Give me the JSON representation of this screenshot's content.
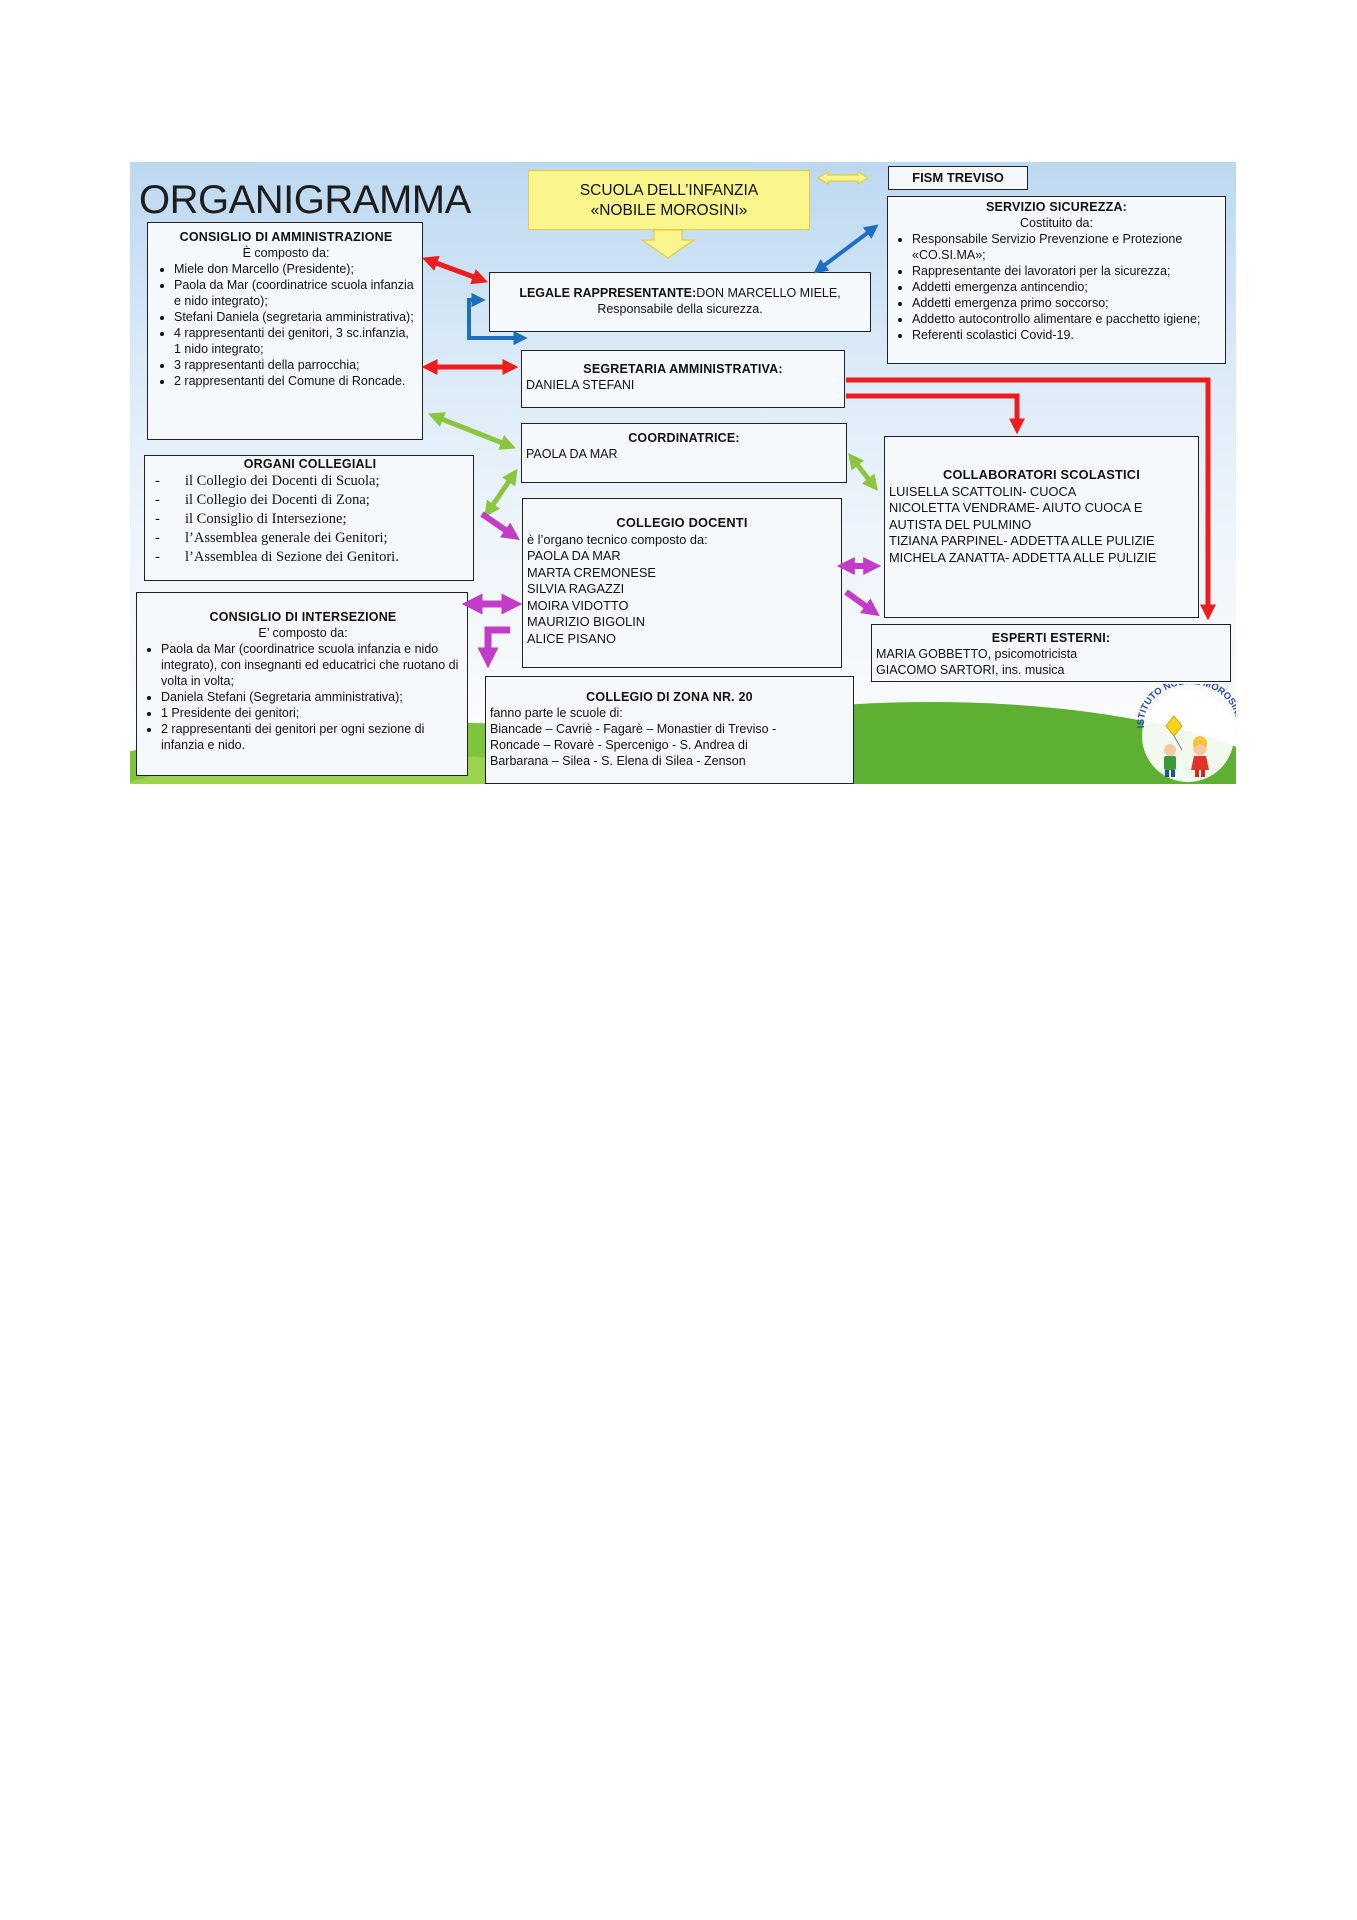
{
  "title": "ORGANIGRAMMA",
  "school": {
    "line1": "SCUOLA DELL’INFANZIA",
    "line2": "«NOBILE MOROSINI»"
  },
  "fism": "FISM TREVISO",
  "consiglio_amm": {
    "title": "CONSIGLIO DI AMMINISTRAZIONE",
    "subtitle": "È composto da:",
    "items": [
      "Miele don Marcello (Presidente);",
      "Paola da Mar (coordinatrice scuola infanzia e nido integrato);",
      "Stefani Daniela (segretaria amministrativa);",
      "4 rappresentanti dei genitori, 3 sc.infanzia, 1 nido integrato;",
      "3 rappresentanti della parrocchia;",
      "2 rappresentanti del Comune di Roncade."
    ]
  },
  "legale": {
    "label": "LEGALE RAPPRESENTANTE:",
    "name": "DON MARCELLO MIELE,",
    "line2": "Responsabile della sicurezza."
  },
  "sicurezza": {
    "title": "SERVIZIO SICUREZZA:",
    "subtitle": "Costituito da:",
    "items": [
      "Responsabile Servizio Prevenzione e Protezione «CO.SI.MA»;",
      "Rappresentante dei lavoratori per la sicurezza;",
      "Addetti emergenza antincendio;",
      "Addetti emergenza primo soccorso;",
      "Addetto autocontrollo alimentare e pacchetto igiene;",
      "Referenti scolastici Covid-19."
    ]
  },
  "segretaria": {
    "title": "SEGRETARIA AMMINISTRATIVA:",
    "name": "DANIELA STEFANI"
  },
  "coordinatrice": {
    "title": "COORDINATRICE:",
    "name": "PAOLA DA MAR"
  },
  "organi": {
    "title": "ORGANI COLLEGIALI",
    "items": [
      "il Collegio dei Docenti di Scuola;",
      "il Collegio dei Docenti di Zona;",
      "il Consiglio di Intersezione;",
      "l’Assemblea generale dei Genitori;",
      "l’Assemblea di Sezione dei Genitori."
    ]
  },
  "collaboratori": {
    "title": "COLLABORATORI SCOLASTICI",
    "lines": [
      "LUISELLA SCATTOLIN- CUOCA",
      "NICOLETTA VENDRAME- AIUTO CUOCA E",
      "AUTISTA DEL PULMINO",
      "TIZIANA PARPINEL- ADDETTA ALLE PULIZIE",
      "MICHELA ZANATTA- ADDETTA ALLE PULIZIE"
    ]
  },
  "collegio_docenti": {
    "title": "COLLEGIO DOCENTI",
    "subtitle": "è l’organo tecnico composto da:",
    "members": [
      "PAOLA DA MAR",
      "MARTA CREMONESE",
      "SILVIA RAGAZZI",
      "MOIRA VIDOTTO",
      "MAURIZIO BIGOLIN",
      "ALICE PISANO"
    ]
  },
  "esperti": {
    "title": "ESPERTI ESTERNI:",
    "lines": [
      "MARIA GOBBETTO, psicomotricista",
      "GIACOMO SARTORI, ins. musica"
    ]
  },
  "intersezione": {
    "title": "CONSIGLIO DI INTERSEZIONE",
    "subtitle": "E’ composto da:",
    "items": [
      "Paola da Mar (coordinatrice scuola infanzia e nido integrato), con insegnanti ed educatrici che ruotano di volta in volta;",
      "Daniela Stefani (Segretaria amministrativa);",
      "1 Presidente dei genitori;",
      "2 rappresentanti dei genitori per ogni sezione di infanzia e nido."
    ]
  },
  "zona": {
    "title": "COLLEGIO DI ZONA NR. 20",
    "subtitle": "fanno parte le scuole di:",
    "lines": [
      "Biancade – Cavriè - Fagarè – Monastier di Treviso -",
      "Roncade – Rovarè - Spercenigo - S. Andrea di",
      "Barbarana – Silea - S. Elena di Silea - Zenson"
    ]
  },
  "logo": {
    "text": "ISTITUTO NOBILE MOROSINI"
  },
  "colors": {
    "red": "#ee1c1c",
    "blue": "#1f6fc0",
    "green": "#8cc63e",
    "magenta": "#c23cc7",
    "yellow": "#fbf58e"
  }
}
